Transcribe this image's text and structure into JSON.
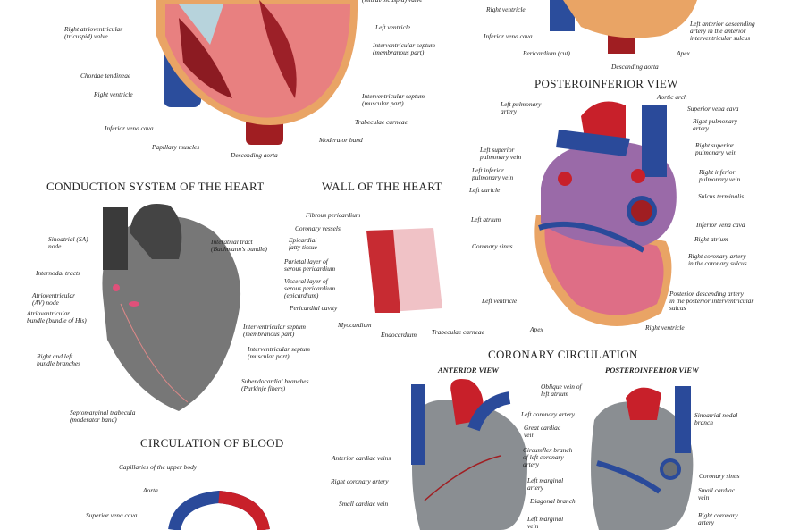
{
  "sections": {
    "interior": {
      "labels": [
        "(mitral/bicuspid) valve",
        "Right atrioventricular\n(tricuspid) valve",
        "Left ventricle",
        "Interventricular septum\n(membranous part)",
        "Chordae tendineae",
        "Right ventricle",
        "Interventricular septum\n(muscular part)",
        "Trabeculae carneae",
        "Inferior vena cava",
        "Moderator band",
        "Papillary muscles",
        "Descending aorta"
      ]
    },
    "anterior": {
      "labels": [
        "Right ventricle",
        "Inferior vena cava",
        "Pericardium (cut)",
        "Descending aorta",
        "Left anterior descending\nartery in the anterior\ninterventricular sulcus",
        "Apex"
      ]
    },
    "posteroinferior": {
      "title": "POSTEROINFERIOR VIEW",
      "labels": [
        "Left pulmonary\nartery",
        "Aortic arch",
        "Superior vena cava",
        "Right pulmonary\nartery",
        "Left superior\npulmonary vein",
        "Right superior\npulmonary vein",
        "Left inferior\npulmonary vein",
        "Right inferior\npulmonary vein",
        "Left auricle",
        "Sulcus terminalis",
        "Left atrium",
        "Inferior vena cava",
        "Right atrium",
        "Coronary sinus",
        "Right coronary artery\nin the coronary sulcus",
        "Posterior descending artery\nin the posterior interventricular\nsulcus",
        "Left ventricle",
        "Apex",
        "Right ventricle"
      ]
    },
    "conduction": {
      "title": "CONDUCTION SYSTEM OF THE HEART",
      "labels": [
        "Sinoatrial (SA)\nnode",
        "Internodal tracts",
        "Atrioventricular\n(AV) node",
        "Atrioventricular\nbundle (bundle of His)",
        "Right and left\nbundle branches",
        "Septomarginal trabecula\n(moderator band)",
        "Interatrial tract\n(Bachmann's bundle)",
        "Interventricular septum\n(membranous part)",
        "Interventricular septum\n(muscular part)",
        "Subendocardial branches\n(Purkinje fibers)"
      ]
    },
    "wall": {
      "title": "WALL OF THE HEART",
      "labels": [
        "Fibrous pericardium",
        "Coronary vessels",
        "Epicardial\nfatty tissue",
        "Parietal layer of\nserous pericardium",
        "Visceral layer of\nserous pericardium\n(epicardium)",
        "Pericardial cavity",
        "Myocardium",
        "Endocardium",
        "Trabeculae carneae"
      ]
    },
    "coronary": {
      "title": "CORONARY CIRCULATION",
      "anterior_title": "ANTERIOR VIEW",
      "posterior_title": "POSTEROINFERIOR VIEW",
      "labels": [
        "Left coronary artery",
        "Great cardiac\nvein",
        "Circumflex branch\nof left coronary\nartery",
        "Left marginal\nartery",
        "Diagonal branch",
        "Left marginal\nvein",
        "Anterior cardiac veins",
        "Right coronary artery",
        "Small cardiac vein",
        "Oblique vein of\nleft atrium",
        "Sinoatrial nodal\nbranch",
        "Coronary sinus",
        "Small cardiac\nvein",
        "Right coronary\nartery"
      ]
    },
    "circulation": {
      "title": "CIRCULATION OF BLOOD",
      "labels": [
        "Capillaries of the upper body",
        "Aorta",
        "Superior vena cava"
      ]
    }
  },
  "colors": {
    "artery": "#c8202a",
    "vein": "#2a4a9a",
    "muscle": "#e07a7a",
    "fat": "#e9a465",
    "atrium": "#9a6aa8",
    "gray": "#8a8e92"
  }
}
